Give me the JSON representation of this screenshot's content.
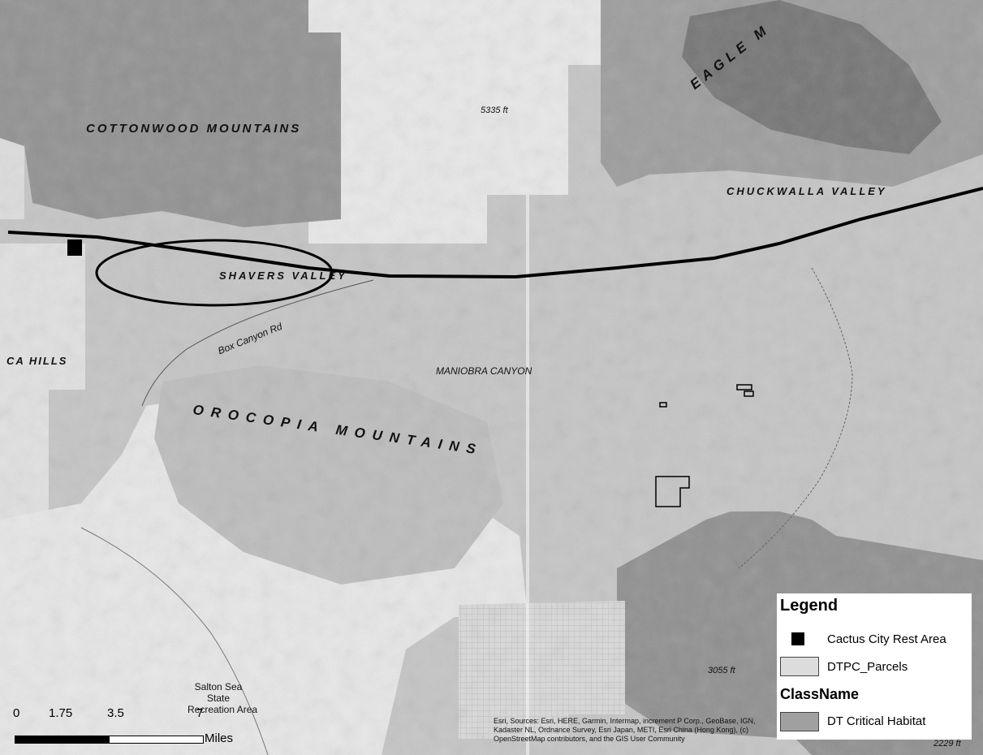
{
  "map": {
    "labels": {
      "eagle": "EAGLE M",
      "elev_5335": "5335 ft",
      "cottonwood": "COTTONWOOD MOUNTAINS",
      "chuckwalla": "CHUCKWALLA VALLEY",
      "shavers": "SHAVERS VALLEY",
      "box_canyon": "Box Canyon Rd",
      "ca_hills": "CA HILLS",
      "maniobra": "MANIOBRA CANYON",
      "orocopia": "OROCOPIA MOUNTAINS",
      "salton_1": "Salton Sea",
      "salton_2": "State",
      "salton_3": "Recreation Area",
      "elev_3055": "3055 ft",
      "elev_2229": "2229 ft"
    }
  },
  "legend": {
    "title": "Legend",
    "items": [
      {
        "label": "Cactus City Rest Area",
        "symbol": "filled-square"
      },
      {
        "label": "DTPC_Parcels",
        "symbol": "outlined-rectangle"
      }
    ],
    "class_title": "ClassName",
    "class_items": [
      {
        "label": "DT Critical Habitat",
        "symbol": "filled-rectangle"
      }
    ]
  },
  "scalebar": {
    "ticks": [
      "0",
      "1.75",
      "3.5",
      "7"
    ],
    "unit": "Miles"
  },
  "attribution": {
    "text": "Esri, Sources: Esri, HERE, Garmin, Intermap, increment P Corp., GeoBase, IGN, Kadaster NL, Ordnance Survey, Esri Japan, METI, Esri China (Hong Kong), (c) OpenStreetMap contributors, and the GIS User Community"
  },
  "colors": {
    "terrain": "#c8c8c8",
    "mountains": "#8a8a8a",
    "light_area": "#e8e8e8",
    "habitat": "#9a9a9a",
    "line": "#000000"
  }
}
